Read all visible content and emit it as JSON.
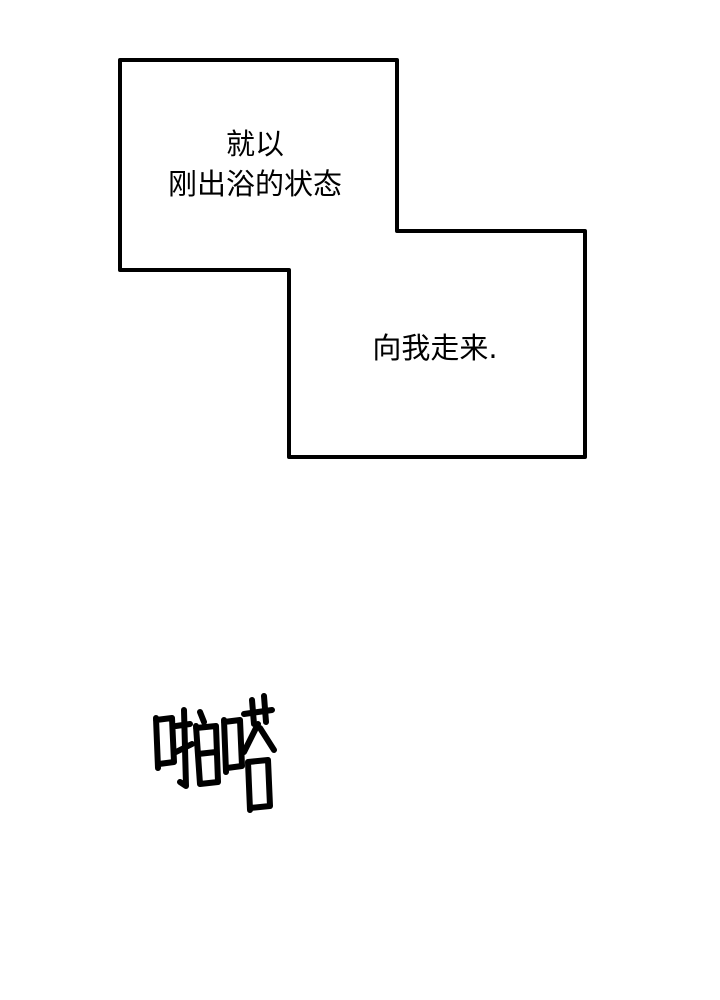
{
  "panel": {
    "border_color": "#000000",
    "background": "#ffffff"
  },
  "captions": {
    "line1": "就以",
    "line2": "刚出浴的状态",
    "line3": "向我走来."
  },
  "sfx": {
    "text": "啪嗒"
  }
}
